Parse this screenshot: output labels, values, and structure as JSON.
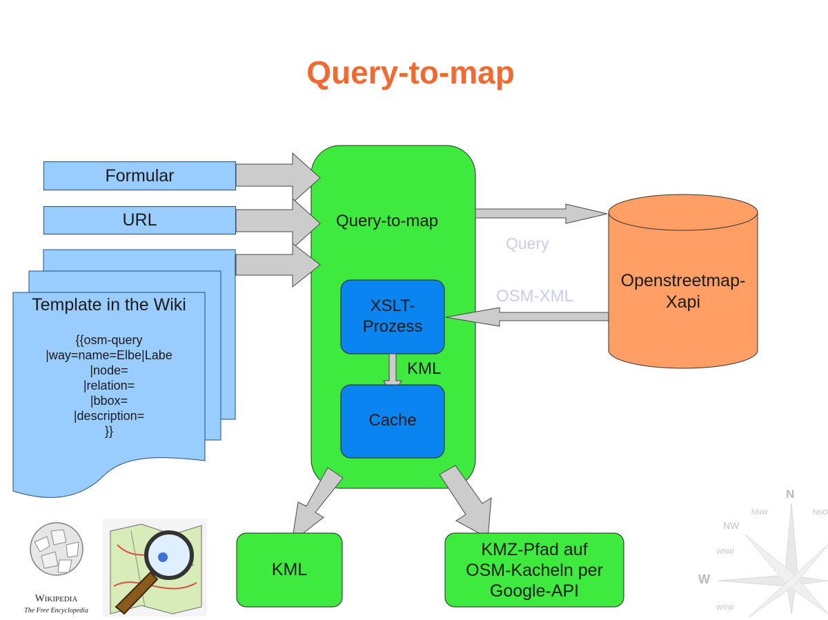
{
  "title": "Query-to-map",
  "inputs": {
    "formular": "Formular",
    "url": "URL",
    "template_title": "Template in the Wiki",
    "template_code": [
      "{{osm-query",
      "|way=name=Elbe|Labe",
      "|node=",
      "|relation=",
      "|bbox=",
      "|description=",
      "}}"
    ]
  },
  "center": {
    "label": "Query-to-map",
    "xslt": [
      "XSLT-",
      "Prozess"
    ],
    "kml_label": "KML",
    "cache": "Cache"
  },
  "database": {
    "label": [
      "Openstreetmap-",
      "Xapi"
    ]
  },
  "arrows": {
    "query": "Query",
    "osm_xml": "OSM-XML"
  },
  "outputs": {
    "kml": "KML",
    "kmz": [
      "KMZ-Pfad auf",
      "OSM-Kacheln per",
      "Google-API"
    ]
  },
  "logos": {
    "wikipedia_name": "Wikipedia",
    "wikipedia_sub": "The Free Encyclopedia"
  },
  "compass": {
    "n": "N",
    "nnw": "NNW",
    "nno": "NNO",
    "nw": "NW",
    "wnw": "WNW",
    "w": "W",
    "wsw": "WSW"
  },
  "colors": {
    "title": "#f26a32",
    "input_fill": "#99ccff",
    "center_fill": "#3dea3d",
    "process_fill": "#0a84f0",
    "db_fill": "#ff9f66",
    "arrow_fill": "#cccccc",
    "arrow_label": "#c8ccf0"
  }
}
